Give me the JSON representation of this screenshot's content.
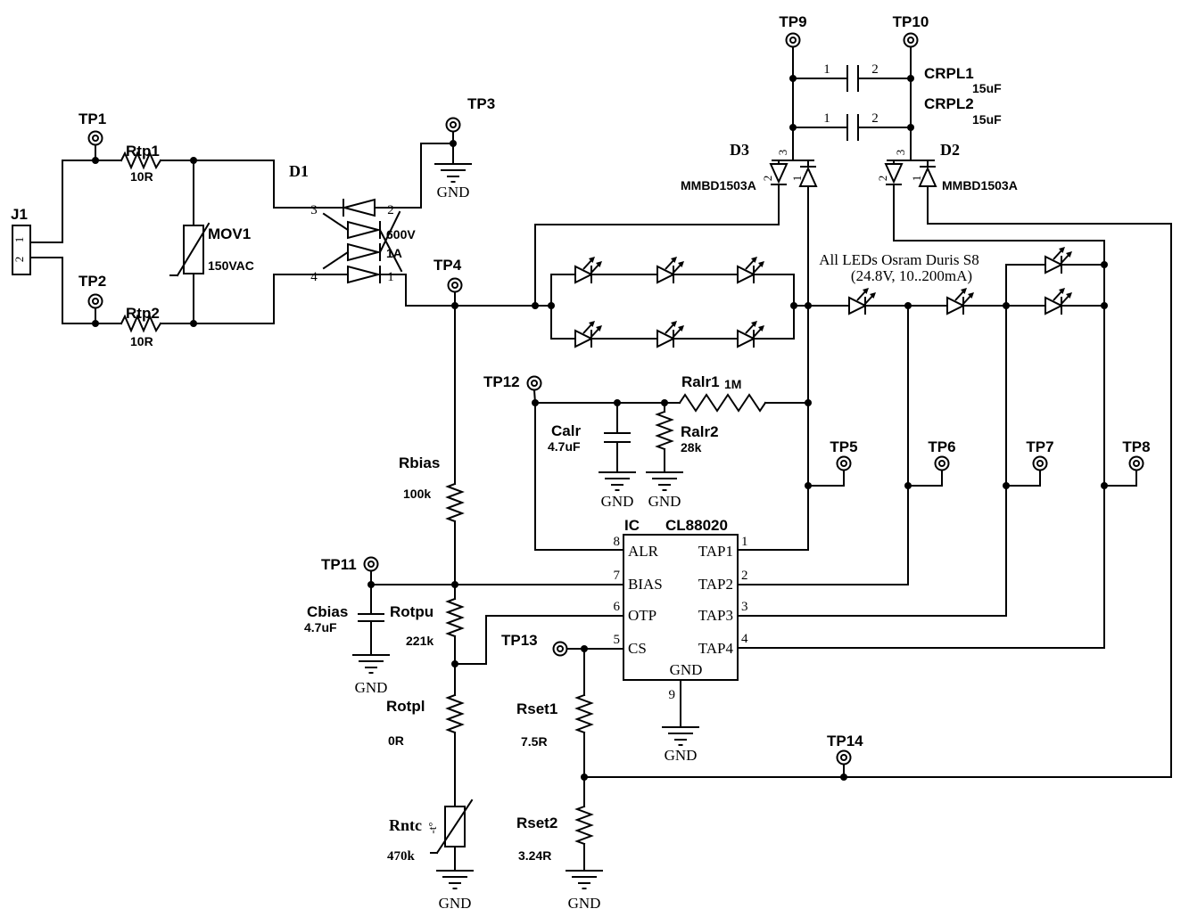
{
  "colors": {
    "line": "#000000",
    "background": "#ffffff"
  },
  "connector": {
    "ref": "J1",
    "pin1": "1",
    "pin2": "2"
  },
  "test_points": {
    "tp1": "TP1",
    "tp2": "TP2",
    "tp3": "TP3",
    "tp4": "TP4",
    "tp5": "TP5",
    "tp6": "TP6",
    "tp7": "TP7",
    "tp8": "TP8",
    "tp9": "TP9",
    "tp10": "TP10",
    "tp11": "TP11",
    "tp12": "TP12",
    "tp13": "TP13",
    "tp14": "TP14"
  },
  "input": {
    "rtp1": "Rtp1",
    "rtp1_value": "10R",
    "rtp2": "Rtp2",
    "rtp2_value": "10R",
    "mov": "MOV1",
    "mov_value": "150VAC",
    "bridge_ref": "D1",
    "bridge_volt": "600V",
    "bridge_amp": "1A",
    "bp1": "1",
    "bp2": "2",
    "bp3": "3",
    "bp4": "4"
  },
  "ripple": {
    "crpl1": "CRPL1",
    "crpl1_value": "15uF",
    "crpl2": "CRPL2",
    "crpl2_value": "15uF",
    "cap_pin1": "1",
    "cap_pin2": "2",
    "d3": "D3",
    "d2": "D2",
    "part": "MMBD1503A",
    "pin1": "1",
    "pin2": "2",
    "pin3": "3"
  },
  "leds": {
    "note1": "All LEDs Osram Duris S8",
    "note2": "(24.8V, 10..200mA)"
  },
  "alr": {
    "calr": "Calr",
    "calr_value": "4.7uF",
    "ralr1": "Ralr1",
    "ralr1_value": "1M",
    "ralr2": "Ralr2",
    "ralr2_value": "28k"
  },
  "bias": {
    "rbias": "Rbias",
    "rbias_value": "100k",
    "cbias": "Cbias",
    "cbias_value": "4.7uF"
  },
  "otp": {
    "rotpu": "Rotpu",
    "rotpu_value": "221k",
    "rotpl": "Rotpl",
    "rotpl_value": "0R",
    "rntc": "Rntc",
    "rntc_value": "470k",
    "ntc_mark": "-t°"
  },
  "cs": {
    "rset1": "Rset1",
    "rset1_value": "7.5R",
    "rset2": "Rset2",
    "rset2_value": "3.24R"
  },
  "ic": {
    "label": "IC",
    "part": "CL88020",
    "alr": "ALR",
    "bias": "BIAS",
    "otp": "OTP",
    "cs": "CS",
    "tap1": "TAP1",
    "tap2": "TAP2",
    "tap3": "TAP3",
    "tap4": "TAP4",
    "gnd": "GND",
    "p1": "1",
    "p2": "2",
    "p3": "3",
    "p4": "4",
    "p5": "5",
    "p6": "6",
    "p7": "7",
    "p8": "8",
    "p9": "9"
  },
  "gnd_label": "GND"
}
